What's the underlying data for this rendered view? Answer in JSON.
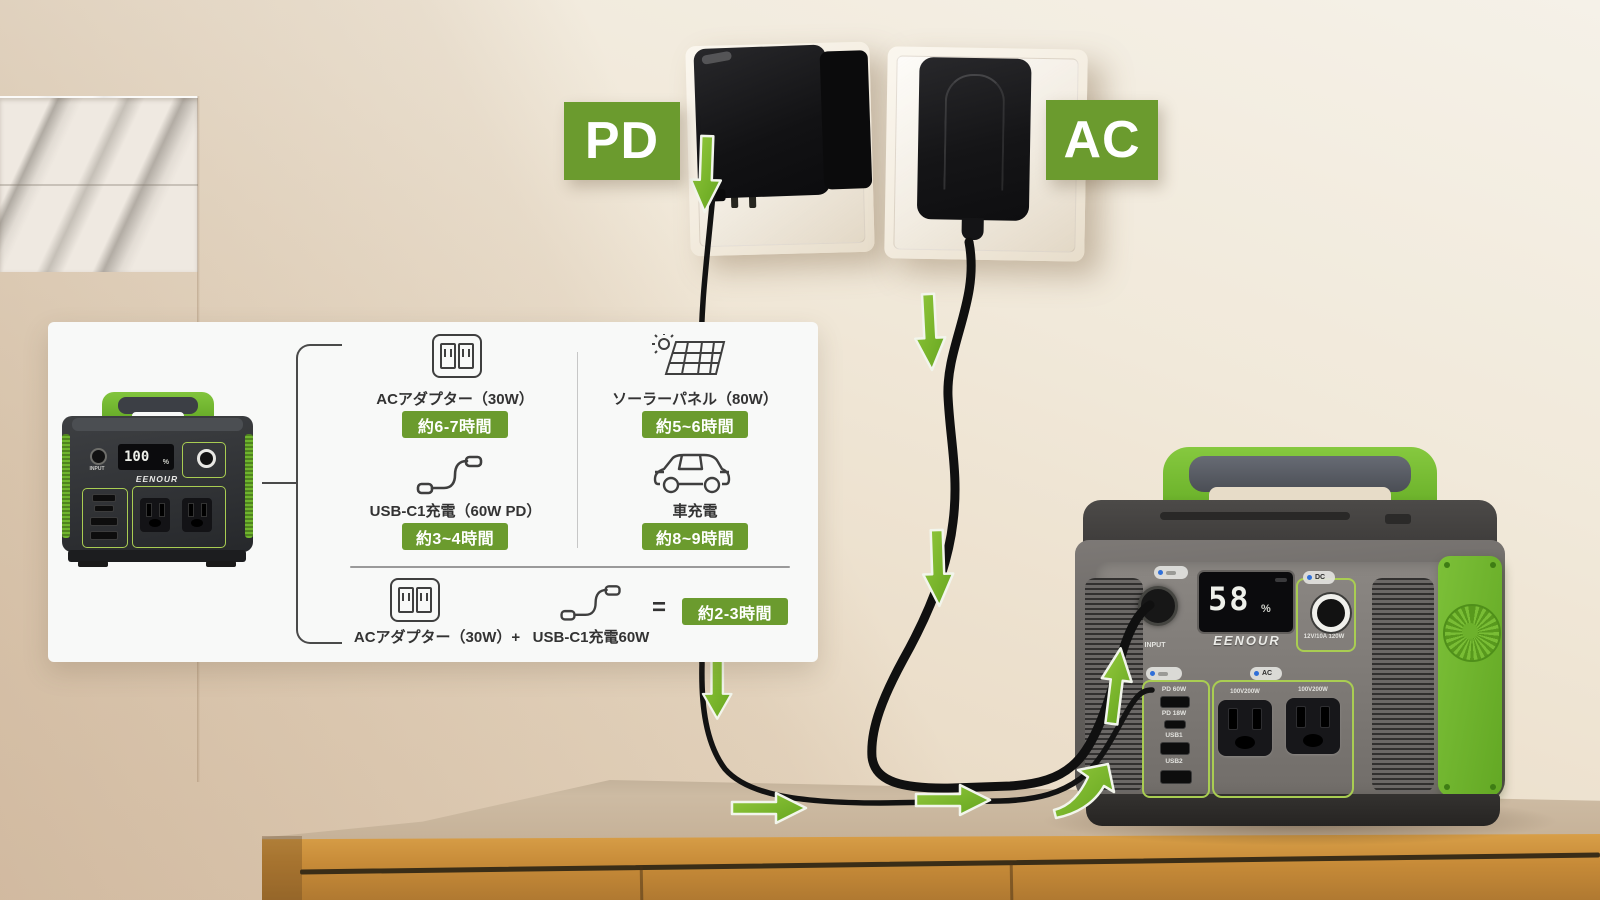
{
  "scene": {
    "pd_label": "PD",
    "ac_label": "AC"
  },
  "colors": {
    "badge_green": "#6b9b2e",
    "arrow_green": "#79b62c",
    "device_green": "#6fb52d",
    "wall_beige": "#eadcc7",
    "table_oak": "#c78b38",
    "text_dark": "#333333"
  },
  "info_panel": {
    "methods": [
      {
        "icon": "ac-outlet-icon",
        "label": "ACアダプター（30W）",
        "time": "約6-7時間"
      },
      {
        "icon": "solar-panel-icon",
        "label": "ソーラーパネル（80W）",
        "time": "約5~6時間"
      },
      {
        "icon": "usb-c-cable-icon",
        "label": "USB-C1充電（60W PD）",
        "time": "約3~4時間"
      },
      {
        "icon": "car-icon",
        "label": "車充電",
        "time": "約8~9時間"
      }
    ],
    "combo": {
      "left_label": "ACアダプター（30W）+",
      "right_label": "USB-C1充電60W",
      "equals": "=",
      "time": "約2-3時間"
    }
  },
  "mini_device": {
    "brand": "EENOUR",
    "battery_percent": "100",
    "percent_sign": "%",
    "input_label": "INPUT"
  },
  "power_station": {
    "brand": "EENOUR",
    "display": {
      "battery_percent": "58",
      "percent_sign": "%"
    },
    "input_label": "INPUT",
    "dc_section": {
      "pill": "DC",
      "label": "12V/10A 120W"
    },
    "ac_section": {
      "pill": "AC",
      "outlets": [
        "100V200W",
        "100V200W"
      ]
    },
    "usb_section": {
      "ports": [
        "PD 60W",
        "PD 18W",
        "USB1",
        "USB2"
      ]
    }
  }
}
